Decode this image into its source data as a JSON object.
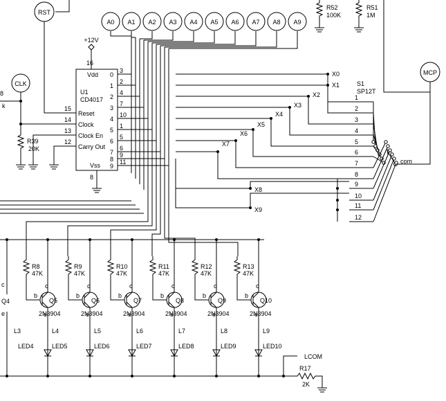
{
  "chip": {
    "ref": "U1",
    "part": "CD4017",
    "supply": "+12V",
    "gnd_pin": "8",
    "vdd_pin": "16",
    "vdd": "Vdd",
    "vss": "Vss",
    "inputs": [
      {
        "pin": "15",
        "name": "Reset"
      },
      {
        "pin": "14",
        "name": "Clock"
      },
      {
        "pin": "13",
        "name": "Clock En"
      },
      {
        "pin": "12",
        "name": "Carry Out"
      }
    ],
    "outputs": [
      {
        "pin": "3",
        "q": "0"
      },
      {
        "pin": "2",
        "q": "1"
      },
      {
        "pin": "4",
        "q": "2"
      },
      {
        "pin": "7",
        "q": "3"
      },
      {
        "pin": "10",
        "q": "4"
      },
      {
        "pin": "1",
        "q": "5"
      },
      {
        "pin": "5",
        "q": "6"
      },
      {
        "pin": "6",
        "q": "7"
      },
      {
        "pin": "9",
        "q": "8"
      },
      {
        "pin": "11",
        "q": "9"
      }
    ]
  },
  "connectors": {
    "rst": "RST",
    "clk": "CLK",
    "mcp": "MCP",
    "analog": [
      "A0",
      "A1",
      "A2",
      "A3",
      "A4",
      "A5",
      "A6",
      "A7",
      "A8",
      "A9"
    ]
  },
  "resistors_top": [
    {
      "ref": "R52",
      "value": "100K"
    },
    {
      "ref": "R51",
      "value": "1M"
    }
  ],
  "r39": {
    "ref": "R39",
    "value": "20K"
  },
  "clk_partial": {
    "a": "8",
    "b": "k"
  },
  "switch": {
    "ref": "S1",
    "part": "SP12T",
    "com": "com",
    "positions": [
      "1",
      "2",
      "3",
      "4",
      "5",
      "6",
      "7",
      "8",
      "9",
      "10",
      "11",
      "12"
    ]
  },
  "x_labels": [
    "X0",
    "X1",
    "X2",
    "X3",
    "X4",
    "X5",
    "X6",
    "X7",
    "X8",
    "X9"
  ],
  "stages": [
    {
      "r": "R8",
      "rv": "47K",
      "q": "Q5",
      "l": "L4",
      "led": "LED5"
    },
    {
      "r": "R9",
      "rv": "47K",
      "q": "Q6",
      "l": "L5",
      "led": "LED6"
    },
    {
      "r": "R10",
      "rv": "47K",
      "q": "Q7",
      "l": "L6",
      "led": "LED7"
    },
    {
      "r": "R11",
      "rv": "47K",
      "q": "Q8",
      "l": "L7",
      "led": "LED8"
    },
    {
      "r": "R12",
      "rv": "47K",
      "q": "Q9",
      "l": "L8",
      "led": "LED9"
    },
    {
      "r": "R13",
      "rv": "47K",
      "q": "Q10",
      "l": "L9",
      "led": "LED10"
    }
  ],
  "stage_partial": {
    "q": "Q4",
    "l": "L3",
    "led": "LED4"
  },
  "transistor_part": "2N3904",
  "pin_letters": {
    "b": "b",
    "c": "c",
    "e": "e"
  },
  "lcom": {
    "label": "LCOM",
    "r": "R17",
    "rv": "2K"
  }
}
